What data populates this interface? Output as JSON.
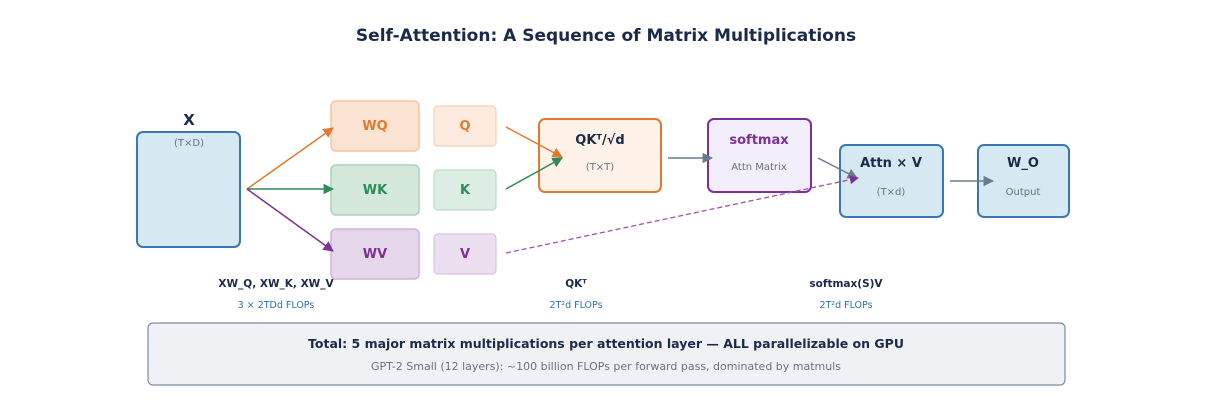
{
  "title": "Self-Attention: A Sequence of Matrix Multiplications",
  "colors": {
    "navy": "#1b2a4a",
    "blue_border": "#3a78b5",
    "blue_fill": "#d6e8f1",
    "orange": "#e07b2e",
    "green": "#2e8b57",
    "purple": "#7b3294",
    "gray_arrow": "#6b7a90"
  },
  "nodes": {
    "x": {
      "label": "X",
      "sub": "(T×D)"
    },
    "wq": {
      "label": "WQ"
    },
    "wk": {
      "label": "WK"
    },
    "wv": {
      "label": "WV"
    },
    "q": {
      "label": "Q"
    },
    "k": {
      "label": "K"
    },
    "v": {
      "label": "V"
    },
    "scores": {
      "label": "QKᵀ/√d",
      "sub": "(T×T)"
    },
    "softmax": {
      "label": "softmax",
      "sub": "Attn Matrix"
    },
    "attnv": {
      "label": "Attn × V",
      "sub": "(T×d)"
    },
    "wo": {
      "label": "W_O",
      "sub": "Output"
    }
  },
  "flops": [
    {
      "label": "XW_Q, XW_K, XW_V",
      "sub": "3 × 2TDd FLOPs"
    },
    {
      "label": "QKᵀ",
      "sub": "2T²d FLOPs"
    },
    {
      "label": "softmax(S)V",
      "sub": "2T²d FLOPs"
    }
  ],
  "summary": {
    "main": "Total: 5 major matrix multiplications per attention layer — ALL parallelizable on GPU",
    "sub": "GPT-2 Small (12 layers): ~100 billion FLOPs per forward pass, dominated by matmuls"
  }
}
